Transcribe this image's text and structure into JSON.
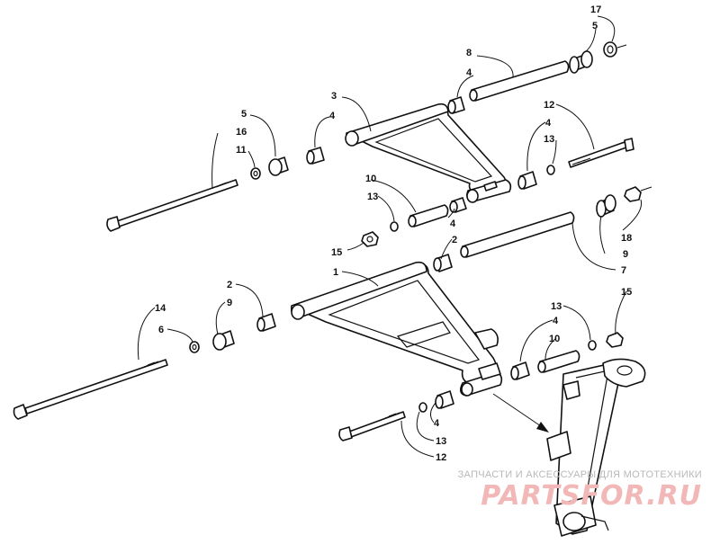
{
  "callouts": {
    "c17": "17",
    "c5a": "5",
    "c8": "8",
    "c4a": "4",
    "c3": "3",
    "c4b": "4",
    "c5b": "5",
    "c16": "16",
    "c11": "11",
    "c12a": "12",
    "c4c": "4",
    "c13a": "13",
    "c10a": "10",
    "c13b": "13",
    "c4d": "4",
    "c15a": "15",
    "c2a": "2",
    "c18": "18",
    "c9a": "9",
    "c7": "7",
    "c1": "1",
    "c2b": "2",
    "c9b": "9",
    "c14": "14",
    "c6": "6",
    "c13c": "13",
    "c15b": "15",
    "c4e": "4",
    "c10b": "10",
    "c4f": "4",
    "c13d": "13",
    "c12b": "12"
  },
  "watermark": {
    "subtitle": "ЗАПЧАСТИ И АКСЕССУАРЫ ДЛЯ МОТОТЕХНИКИ",
    "logo": "PARTSFOR.RU"
  },
  "colors": {
    "line": "#111111",
    "watermark_text": "#b8b8b8",
    "watermark_logo": "#f2b7b7"
  }
}
